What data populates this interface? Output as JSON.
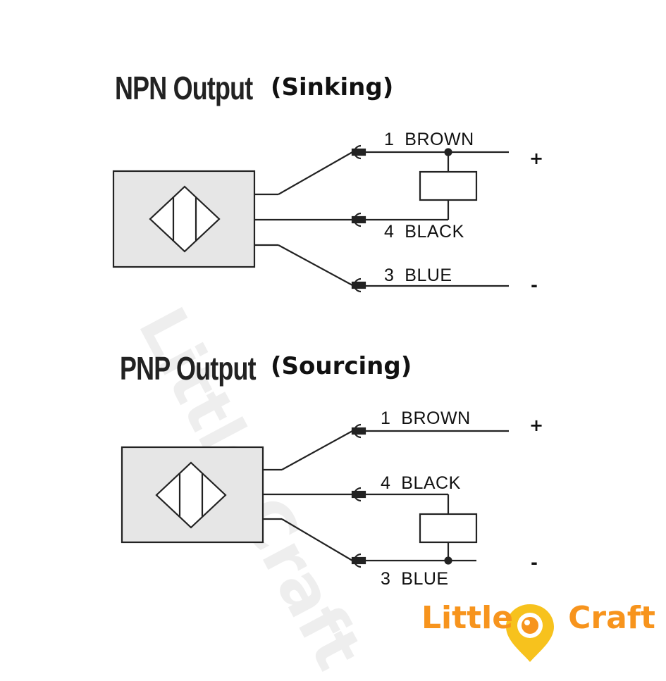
{
  "watermark": "Little Craft",
  "npn": {
    "title": "NPN Output",
    "subtitle": "(Sinking)",
    "wire1": "1  BROWN",
    "wire4": "4  BLACK",
    "wire3": "3  BLUE",
    "plus": "+",
    "minus": "-"
  },
  "pnp": {
    "title": "PNP Output",
    "subtitle": "(Sourcing)",
    "wire1": "1  BROWN",
    "wire4": "4  BLACK",
    "wire3": "3  BLUE",
    "plus": "+",
    "minus": "-"
  },
  "logo": {
    "left": "Little",
    "right": "Craft",
    "color": "#f7941d"
  },
  "colors": {
    "line": "#222222",
    "box_fill": "#e6e6e6"
  }
}
